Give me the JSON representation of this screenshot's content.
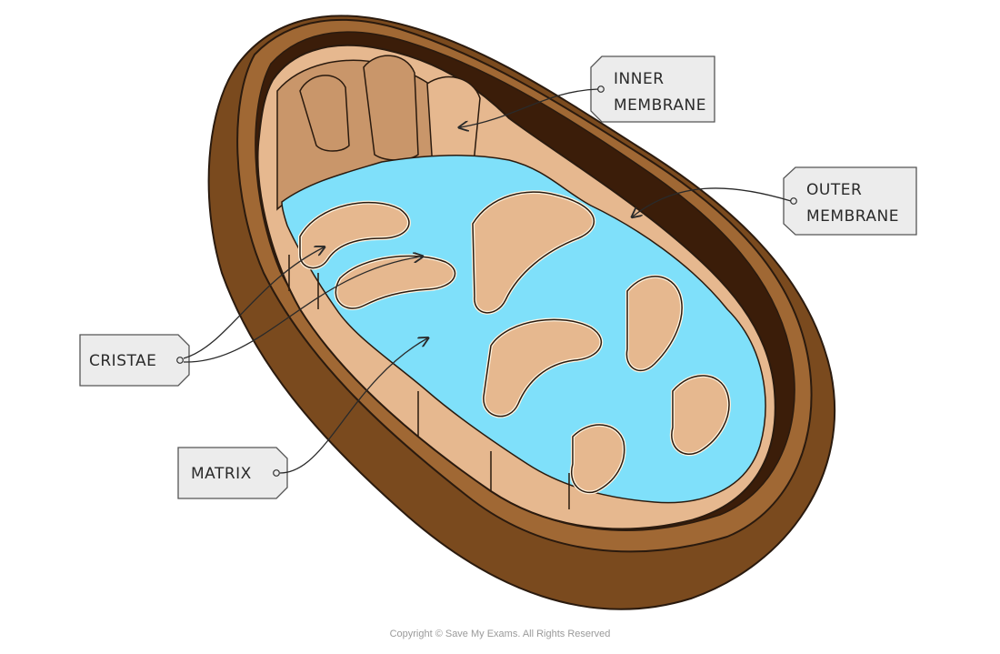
{
  "labels": {
    "inner_membrane": [
      "INNER",
      "MEMBRANE"
    ],
    "outer_membrane": [
      "OUTER",
      "MEMBRANE"
    ],
    "cristae": "CRISTAE",
    "matrix": "MATRIX"
  },
  "copyright": "Copyright © Save My Exams. All Rights Reserved",
  "colors": {
    "outer_shell": "#7a4a1e",
    "outer_rim": "#a06834",
    "inner_space": "#3b1d09",
    "membrane_tan": "#e6b88f",
    "membrane_shadow": "#c9966a",
    "membrane_edge": "#fff3df",
    "matrix": "#7fe0fa",
    "tag_fill": "#ececec",
    "outline": "#2a1a0e"
  },
  "icons": [
    "mitochondrion-illustration",
    "label-tag",
    "pointer-arrow"
  ]
}
